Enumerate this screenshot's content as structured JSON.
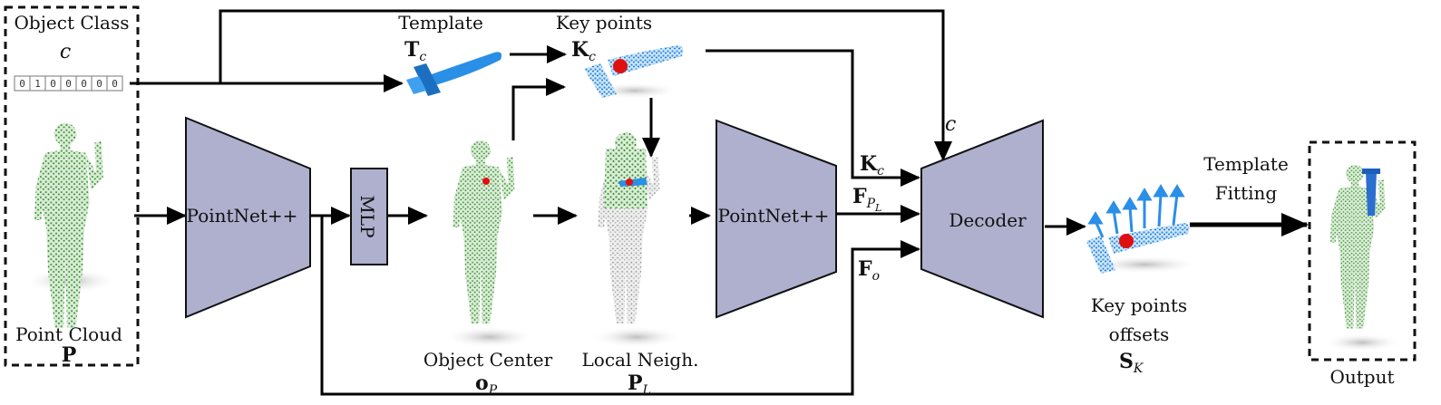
{
  "input": {
    "object_class_label": "Object Class",
    "object_class_symbol": "c",
    "onehot": [
      "0",
      "1",
      "0",
      "0",
      "0",
      "0",
      "0"
    ],
    "point_cloud_label": "Point Cloud",
    "point_cloud_symbol": "P"
  },
  "blocks": {
    "pointnet1": "PointNet++",
    "mlp": "MLP",
    "pointnet2": "PointNet++",
    "decoder": "Decoder"
  },
  "labels": {
    "template": "Template",
    "template_symbol": "T",
    "template_sub": "c",
    "keypoints": "Key points",
    "keypoints_symbol": "K",
    "keypoints_sub": "c",
    "object_center": "Object Center",
    "object_center_symbol": "o",
    "object_center_sub": "P",
    "local_neigh": "Local Neigh.",
    "local_neigh_symbol": "P",
    "local_neigh_sub": "L",
    "dec_in_c": "c",
    "dec_in_k": "K",
    "dec_in_k_sub": "c",
    "dec_in_fp": "F",
    "dec_in_fp_sub": "P",
    "dec_in_fp_subsub": "L",
    "dec_in_fo": "F",
    "dec_in_fo_sub": "o",
    "offsets_line1": "Key points",
    "offsets_line2": "offsets",
    "offsets_symbol": "S",
    "offsets_sub": "K",
    "template_fitting_line1": "Template",
    "template_fitting_line2": "Fitting",
    "output": "Output"
  },
  "colors": {
    "block_fill": "#aeb0ce",
    "points_green": "#3f9a3a",
    "points_gray": "#9a9a9a",
    "tool_blue": "#2a8fe6",
    "keypoint_red": "#e01010"
  }
}
